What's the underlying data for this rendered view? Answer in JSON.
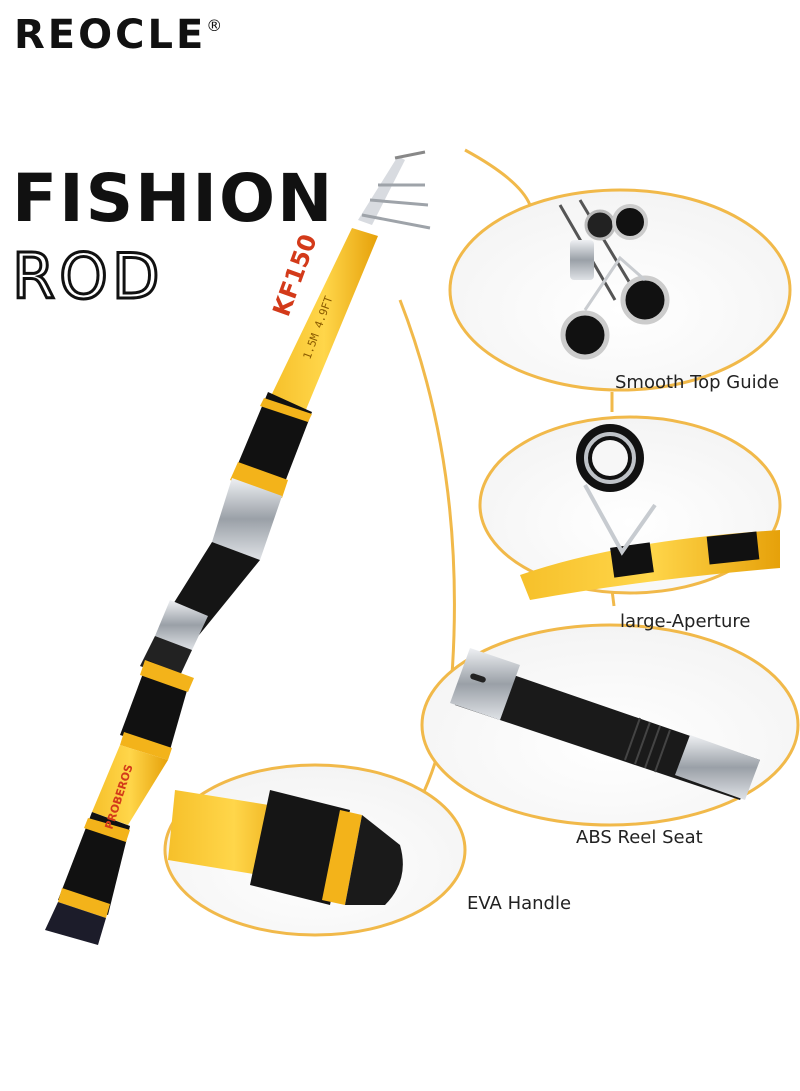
{
  "brand": {
    "name": "REOCLE",
    "mark": "®"
  },
  "title": {
    "line1": "FISHION",
    "line2": "ROD"
  },
  "rod_markings": {
    "model": "KF150",
    "spec": "1.5M 4.9FT",
    "brand_print": "PROBEROS"
  },
  "features": [
    {
      "label": "Smooth Top Guide"
    },
    {
      "label": "large-Aperture"
    },
    {
      "label": "ABS Reel Seat"
    },
    {
      "label": "EVA Handle"
    }
  ],
  "colors": {
    "accent": "#f3b31a",
    "rod_dark": "#111111",
    "callout_ring": "#f1b94a",
    "metal": "#b8bcc2"
  }
}
